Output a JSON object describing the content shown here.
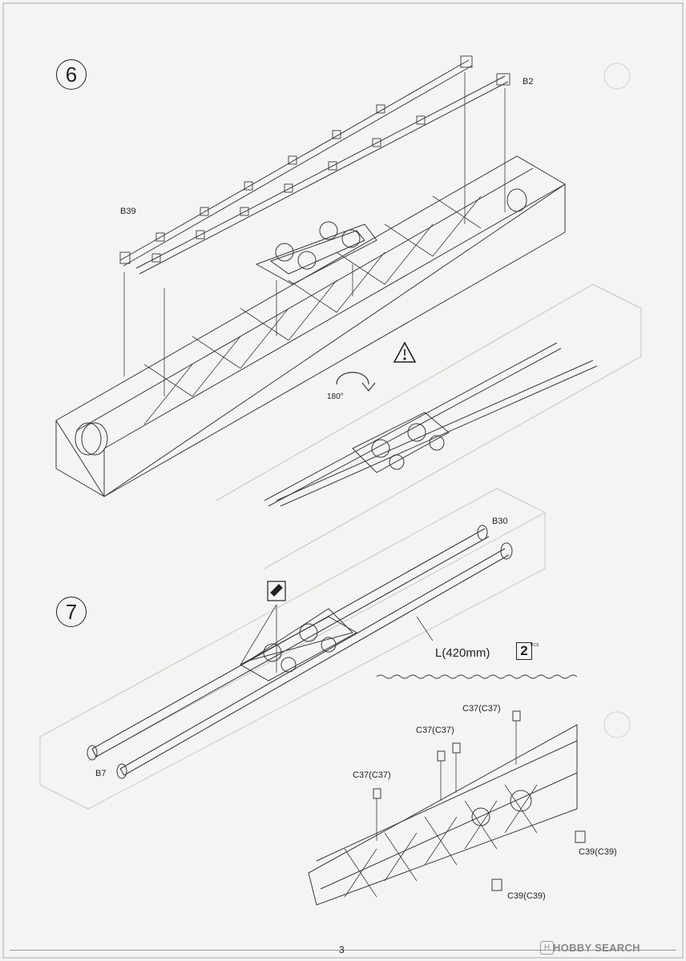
{
  "page": {
    "number": "3"
  },
  "watermark": {
    "text": "HOBBY SEARCH"
  },
  "step6": {
    "number": "6",
    "parts": {
      "b2": "B2",
      "b39": "B39"
    },
    "rotation": "180°",
    "warning_icon": "warning-triangle-icon"
  },
  "step7": {
    "number": "7",
    "parts": {
      "b30": "B30",
      "b7": "B7"
    },
    "cord_length": "L(420mm)",
    "cord_qty": "2",
    "cord_qty_suffix": "PCS",
    "grease_icon": "grease-icon"
  },
  "step8": {
    "parts": {
      "c37_a": "C37(C37)",
      "c37_b": "C37(C37)",
      "c37_c": "C37(C37)",
      "c39_a": "C39(C39)",
      "c39_b": "C39(C39)"
    }
  },
  "colors": {
    "paper": "#f4f4f2",
    "line": "#3a3a3a",
    "faint": "#c9c9c6"
  }
}
